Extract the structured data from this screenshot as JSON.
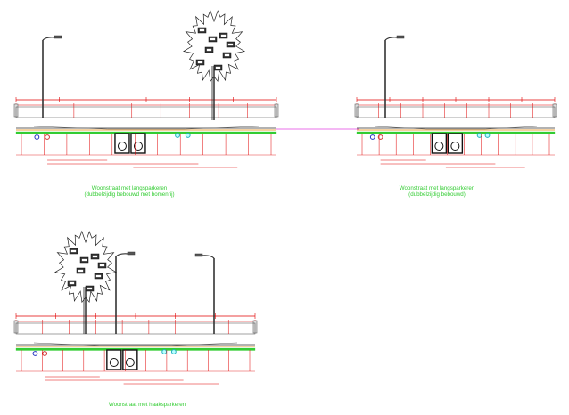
{
  "sections": [
    {
      "id": "A",
      "caption_line1": "Woonstraat met langsparkeren",
      "caption_line2": "(dubbelzijdig bebouwd met bomenrij)",
      "has_tree": true
    },
    {
      "id": "B",
      "caption_line1": "Woonstraat met langsparkeren",
      "caption_line2": "(dubbelzijdig bebouwd)",
      "has_tree": false
    },
    {
      "id": "C",
      "caption_line1": "Woonstraat met haaksparkeren",
      "caption_line2": "",
      "has_tree": true
    }
  ],
  "colors": {
    "dimension": "#e00000",
    "ground_green": "#33cc33",
    "cable_orange": "#e08000",
    "connector_magenta": "#e040e0",
    "caption": "#33cc33",
    "pipe_blue": "#2030c0",
    "pipe_cyan": "#20b0c0"
  }
}
